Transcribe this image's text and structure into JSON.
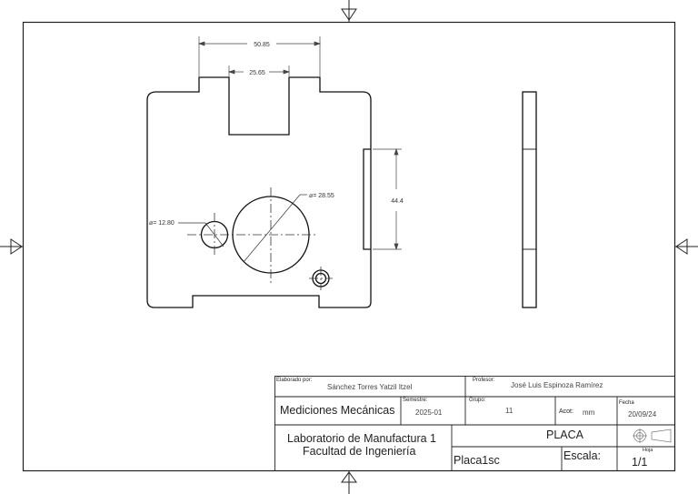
{
  "drawing": {
    "dimensions": {
      "top_width": "50.85",
      "slot_width": "25.65",
      "height_right": "44.4",
      "big_hole": "⌀= 28.55",
      "small_hole": "⌀= 12.80"
    }
  },
  "title_block": {
    "elaborado_label": "Elaborado por:",
    "elaborado_value": "Sánchez Torres Yatzil Itzel",
    "profesor_label": "Profesor:",
    "profesor_value": "José Luis Espinoza Ramírez",
    "course": "Mediciones Mecánicas",
    "semestre_label": "Semestre:",
    "semestre_value": "2025-01",
    "grupo_label": "Grupo:",
    "grupo_value": "11",
    "acot_label": "Acot:",
    "acot_value": "mm",
    "fecha_label": "Fecha",
    "fecha_value": "20/09/24",
    "lab_line1": "Laboratorio de Manufactura 1",
    "lab_line2": "Facultad de Ingeniería",
    "part_name": "PLACA",
    "file_name": "Placa1sc",
    "escala_label": "Escala:",
    "hoja_label": "Hoja",
    "hoja_value": "1/1"
  }
}
